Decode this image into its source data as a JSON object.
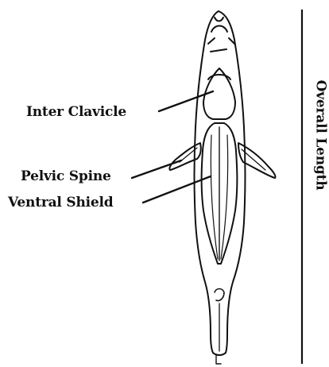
{
  "labels": {
    "inter_clavicle": "Inter Clavicle",
    "pelvic_spine": "Pelvic Spine",
    "ventral_shield": "Ventral Shield",
    "overall_length": "Overall Length"
  },
  "colors": {
    "ink": "#111111",
    "background": "#ffffff"
  }
}
